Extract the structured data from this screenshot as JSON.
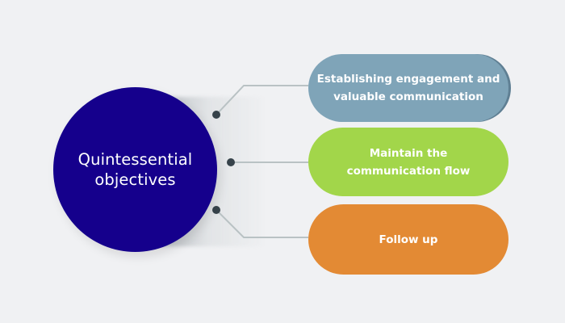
{
  "diagram": {
    "center": {
      "label": "Quintessential\nobjectives",
      "color": "#15008c"
    },
    "items": [
      {
        "label": "Establishing engagement and\nvaluable communication",
        "color": "#7fa4b8"
      },
      {
        "label": "Maintain the\ncommunication flow",
        "color": "#a2d64a"
      },
      {
        "label": "Follow up",
        "color": "#e38a34"
      }
    ],
    "connector_color": "#b9c2c4",
    "dot_color": "#37434b",
    "background": "#f0f1f3"
  }
}
